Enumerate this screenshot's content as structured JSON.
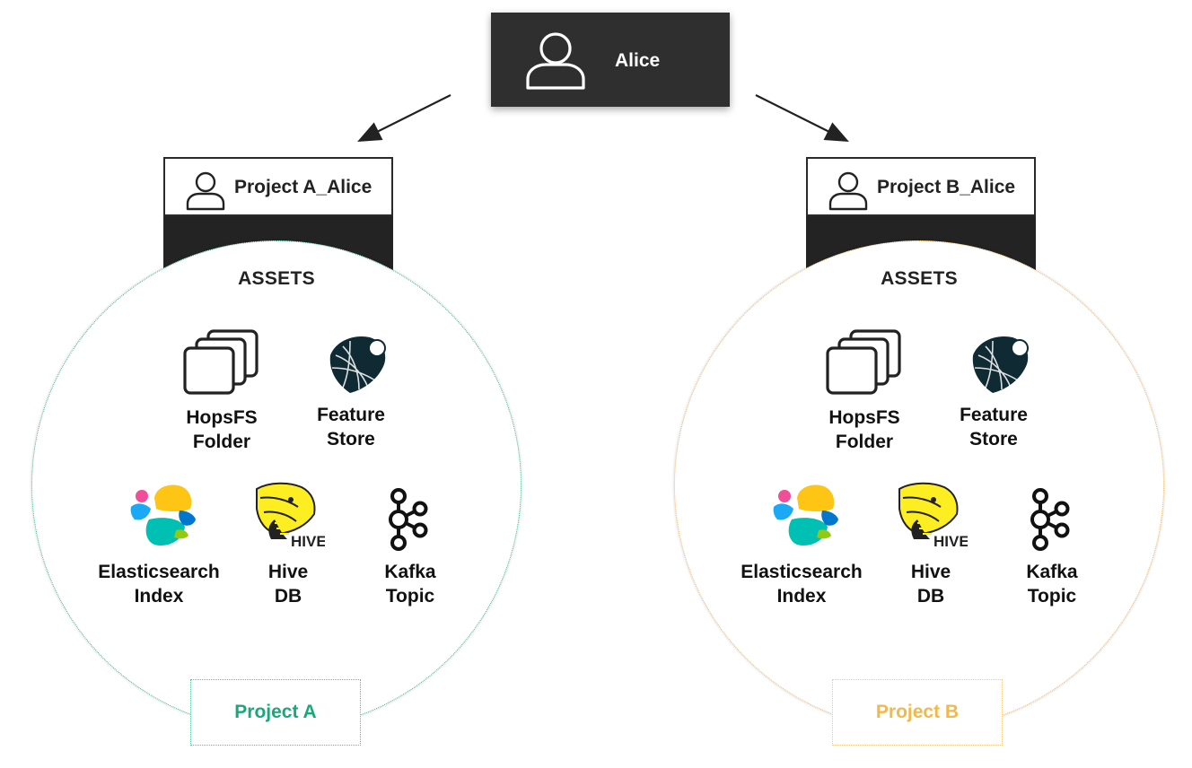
{
  "user": {
    "name": "Alice"
  },
  "projects": [
    {
      "member_name": "Project A_Alice",
      "assets_title": "ASSETS",
      "assets": {
        "hopsfs": [
          "HopsFS",
          "Folder"
        ],
        "feature_store": [
          "Feature",
          "Store"
        ],
        "elasticsearch": [
          "Elasticsearch",
          "Index"
        ],
        "hive": [
          "Hive",
          "DB"
        ],
        "kafka": [
          "Kafka",
          "Topic"
        ]
      },
      "label": "Project A",
      "color": "#1aa879"
    },
    {
      "member_name": "Project B_Alice",
      "assets_title": "ASSETS",
      "assets": {
        "hopsfs": [
          "HopsFS",
          "Folder"
        ],
        "feature_store": [
          "Feature",
          "Store"
        ],
        "elasticsearch": [
          "Elasticsearch",
          "Index"
        ],
        "hive": [
          "Hive",
          "DB"
        ],
        "kafka": [
          "Kafka",
          "Topic"
        ]
      },
      "label": "Project B",
      "color": "#f2b84a"
    }
  ],
  "icons": {
    "user": "user-icon",
    "hopsfs": "stacked-folders-icon",
    "feature_store": "feature-store-icon",
    "elasticsearch": "elasticsearch-logo",
    "hive": "hive-logo",
    "kafka": "kafka-logo",
    "hive_logo_text": "HIVE"
  }
}
